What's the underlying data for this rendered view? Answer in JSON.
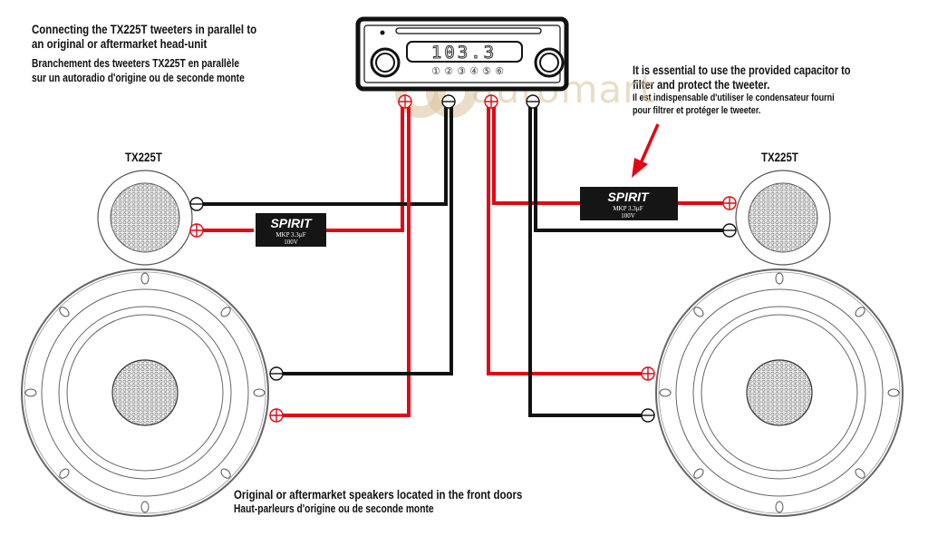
{
  "header": {
    "title_lines": [
      "Connecting the TX225T tweeters in parallel to",
      "an original or aftermarket head-unit"
    ],
    "title_fr_lines": [
      "Branchement des tweeters TX225T en parallèle",
      "sur un autoradio d'origine ou de seconde monte"
    ]
  },
  "note": {
    "lines": [
      "It is essential to use the provided capacitor to",
      "filter and protect the tweeter."
    ],
    "fr_lines": [
      "Il est indispensable d'utiliser le condensateur fourni",
      "pour filtrer et protéger le tweeter."
    ]
  },
  "head_unit": {
    "display": "103.3",
    "presets": [
      "①",
      "②",
      "③",
      "④",
      "⑤",
      "⑥"
    ],
    "terminals": [
      "+",
      "−",
      "+",
      "−"
    ]
  },
  "watermark": "automart",
  "tweeters": {
    "left_label": "TX225T",
    "right_label": "TX225T"
  },
  "capacitor": {
    "brand": "SPIRIT",
    "spec": "MKP 3.3µF",
    "voltage": "100V"
  },
  "footer": {
    "line1": "Original or aftermarket speakers located in the front doors",
    "line2": "Haut-parleurs d'origine ou de seconde monte"
  },
  "colors": {
    "positive_wire": "#e30613",
    "negative_wire": "#111111",
    "watermark": "#d9c39a"
  }
}
